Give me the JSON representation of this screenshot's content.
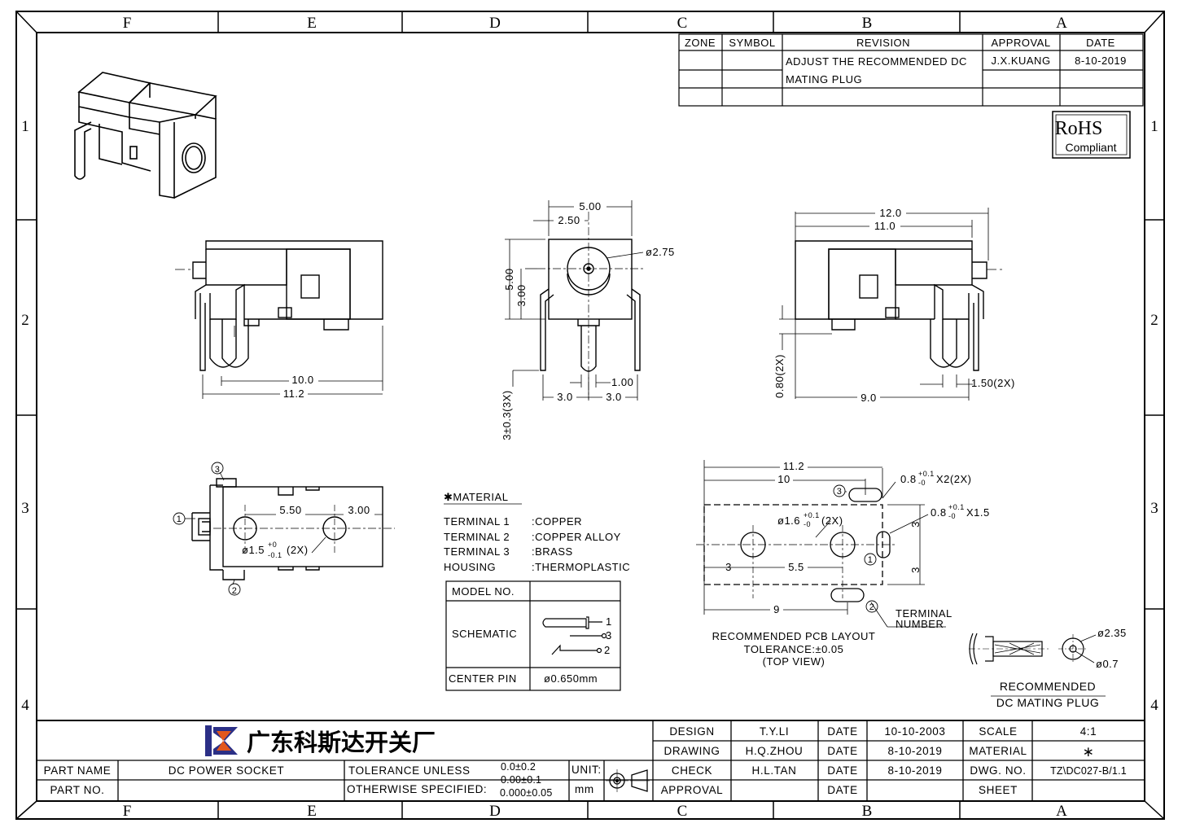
{
  "zones": {
    "columns": [
      "F",
      "E",
      "D",
      "C",
      "B",
      "A"
    ],
    "rows": [
      "1",
      "2",
      "3",
      "4"
    ]
  },
  "revision": {
    "headers": [
      "ZONE",
      "SYMBOL",
      "REVISION",
      "APPROVAL",
      "DATE"
    ],
    "rev_line1": "ADJUST THE RECOMMENDED DC",
    "rev_line2": "MATING PLUG",
    "approval": "J.X.KUANG",
    "date": "8-10-2019"
  },
  "rohs": {
    "title": "RoHS",
    "sub": "Compliant"
  },
  "dims": {
    "front_w": "5.00",
    "front_half": "2.50",
    "hole": "ø2.75",
    "front_h": "5.00",
    "center_h": "3.00",
    "pin_pitch_l": "3.0",
    "pin_pitch_r": "3.0",
    "pin_w": "1.00",
    "pin_len": "3±0.3(3X)",
    "side_l_10": "10.0",
    "side_l_112": "11.2",
    "side_r_12": "12.0",
    "side_r_11": "11.0",
    "side_r_9": "9.0",
    "side_r_08": "0.80(2X)",
    "side_r_15": "1.50(2X)",
    "bot_550": "5.50",
    "bot_300": "3.00",
    "bot_hole": "ø1.5",
    "bot_hole_tol_hi": "+0",
    "bot_hole_tol_lo": "-0.1",
    "bot_hole_qty": "(2X)",
    "pcb_112": "11.2",
    "pcb_10": "10",
    "pcb_slot1": "0.8",
    "pcb_slot1_tol_hi": "+0.1",
    "pcb_slot1_tol_lo": "-0",
    "pcb_slot1_qty": "X2(2X)",
    "pcb_slot2": "0.8",
    "pcb_slot2_tol_hi": "+0.1",
    "pcb_slot2_tol_lo": "-0",
    "pcb_slot2_qty": "X1.5",
    "pcb_hole": "ø1.6",
    "pcb_hole_tol_hi": "+0.1",
    "pcb_hole_tol_lo": "-0",
    "pcb_hole_qty": "(2X)",
    "pcb_3a": "3",
    "pcb_55": "5.5",
    "pcb_9": "9",
    "pcb_3v1": "3",
    "pcb_3v2": "3",
    "plug_d1": "ø2.35",
    "plug_d2": "ø0.7"
  },
  "balloons": {
    "b1": "1",
    "b2": "2",
    "b3": "3"
  },
  "material": {
    "heading": "✱MATERIAL",
    "rows": [
      {
        "k": "TERMINAL 1",
        "v": ":COPPER"
      },
      {
        "k": "TERMINAL 2",
        "v": ":COPPER ALLOY"
      },
      {
        "k": "TERMINAL 3",
        "v": ":BRASS"
      },
      {
        "k": "HOUSING",
        "v": ":THERMOPLASTIC"
      }
    ]
  },
  "model_table": {
    "model_no": "MODEL NO.",
    "schematic": "SCHEMATIC",
    "center_pin": "CENTER PIN",
    "center_pin_val": "ø0.650mm",
    "pins": [
      "1",
      "3",
      "2"
    ]
  },
  "pcb": {
    "title1": "RECOMMENDED PCB LAYOUT",
    "title2": "TOLERANCE:±0.05",
    "title3": "(TOP VIEW)",
    "terminal1": "TERMINAL",
    "terminal2": "NUMBER"
  },
  "plug": {
    "title1": "RECOMMENDED",
    "title2": "DC MATING PLUG"
  },
  "title_block": {
    "company": "广东科斯达开关厂",
    "design_lbl": "DESIGN",
    "design": "T.Y.LI",
    "design_date": "10-10-2003",
    "drawing_lbl": "DRAWING",
    "drawing": "H.Q.ZHOU",
    "drawing_date": "8-10-2019",
    "check_lbl": "CHECK",
    "check": "H.L.TAN",
    "check_date": "8-10-2019",
    "approval_lbl": "APPROVAL",
    "date_lbl": "DATE",
    "scale_lbl": "SCALE",
    "scale": "4:1",
    "material_lbl": "MATERIAL",
    "material": "∗",
    "dwg_lbl": "DWG. NO.",
    "dwg": "TZ\\DC027-B/1.1",
    "sheet_lbl": "SHEET",
    "part_name_lbl": "PART NAME",
    "part_name": "DC POWER SOCKET",
    "part_no_lbl": "PART NO.",
    "tol_line1": "TOLERANCE UNLESS",
    "tol_line2": "OTHERWISE SPECIFIED:",
    "tol_v1": "0.0±0.2",
    "tol_v2": "0.00±0.1",
    "tol_v3": "0.000±0.05",
    "unit_lbl": "UNIT:",
    "unit": "mm"
  }
}
